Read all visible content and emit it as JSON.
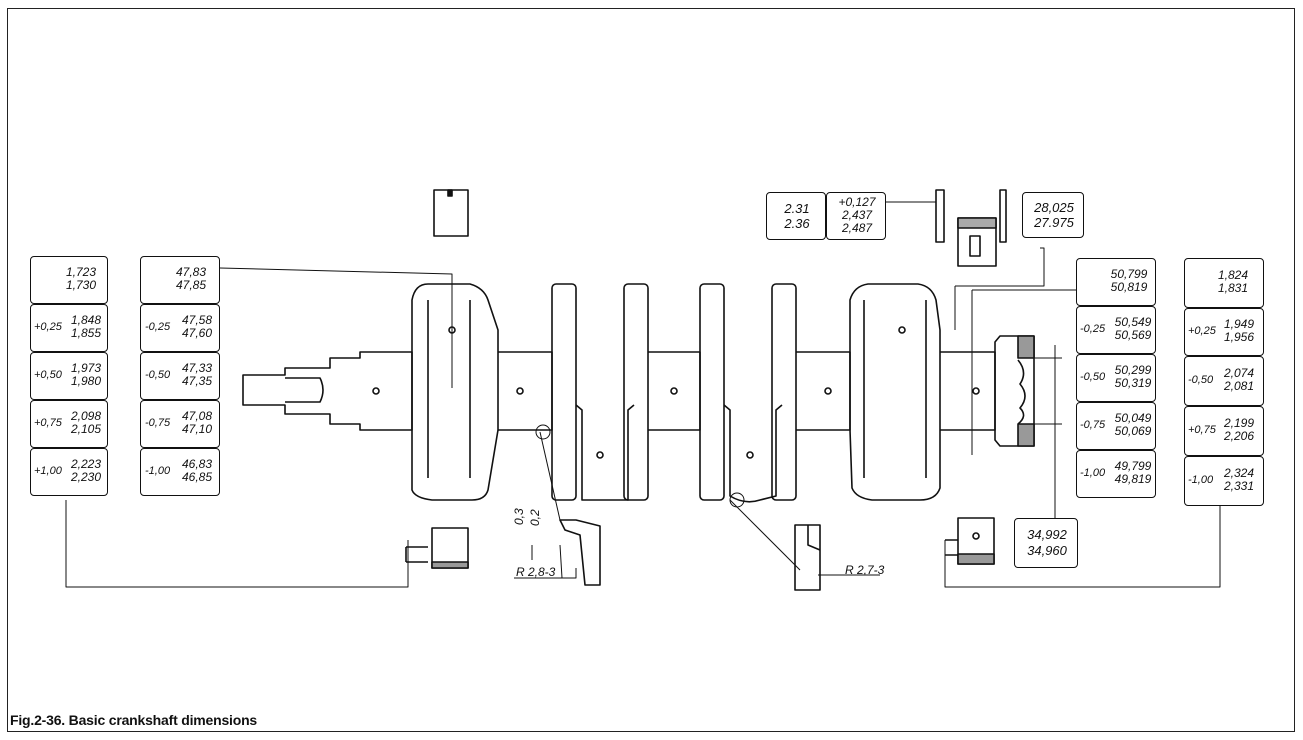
{
  "caption": "Fig.2-36. Basic crankshaft dimensions",
  "tables": {
    "t1": {
      "rows": [
        {
          "prefix": "",
          "v1": "1,723",
          "v2": "1,730"
        },
        {
          "prefix": "+0,25",
          "v1": "1,848",
          "v2": "1,855"
        },
        {
          "prefix": "+0,50",
          "v1": "1,973",
          "v2": "1,980"
        },
        {
          "prefix": "+0,75",
          "v1": "2,098",
          "v2": "2,105"
        },
        {
          "prefix": "+1,00",
          "v1": "2,223",
          "v2": "2,230"
        }
      ]
    },
    "t2": {
      "rows": [
        {
          "prefix": "",
          "v1": "47,83",
          "v2": "47,85"
        },
        {
          "prefix": "-0,25",
          "v1": "47,58",
          "v2": "47,60"
        },
        {
          "prefix": "-0,50",
          "v1": "47,33",
          "v2": "47,35"
        },
        {
          "prefix": "-0,75",
          "v1": "47,08",
          "v2": "47,10"
        },
        {
          "prefix": "-1,00",
          "v1": "46,83",
          "v2": "46,85"
        }
      ]
    },
    "t3": {
      "rows": [
        {
          "prefix": "",
          "v1": "50,799",
          "v2": "50,819"
        },
        {
          "prefix": "-0,25",
          "v1": "50,549",
          "v2": "50,569"
        },
        {
          "prefix": "-0,50",
          "v1": "50,299",
          "v2": "50,319"
        },
        {
          "prefix": "-0,75",
          "v1": "50,049",
          "v2": "50,069"
        },
        {
          "prefix": "-1,00",
          "v1": "49,799",
          "v2": "49,819"
        }
      ]
    },
    "t4": {
      "rows": [
        {
          "prefix": "",
          "v1": "1,824",
          "v2": "1,831"
        },
        {
          "prefix": "+0,25",
          "v1": "1,949",
          "v2": "1,956"
        },
        {
          "prefix": "-0,50",
          "v1": "2,074",
          "v2": "2,081"
        },
        {
          "prefix": "+0,75",
          "v1": "2,199",
          "v2": "2,206"
        },
        {
          "prefix": "-1,00",
          "v1": "2,324",
          "v2": "2,331"
        }
      ]
    }
  },
  "top_boxes": {
    "washer_thickness": {
      "v1": "2.31",
      "v2": "2.36"
    },
    "oversize": {
      "v1": "+0,127",
      "v2": "2,437",
      "v3": "2,487"
    },
    "flange_width": {
      "v1": "28,025",
      "v2": "27.975"
    }
  },
  "bottom_box": {
    "v1": "34,992",
    "v2": "34,960"
  },
  "labels": {
    "fillet_left": "R 2,8-3",
    "fillet_right": "R 2,7-3",
    "chamfer": "0,3",
    "chamfer2": "0,2"
  }
}
